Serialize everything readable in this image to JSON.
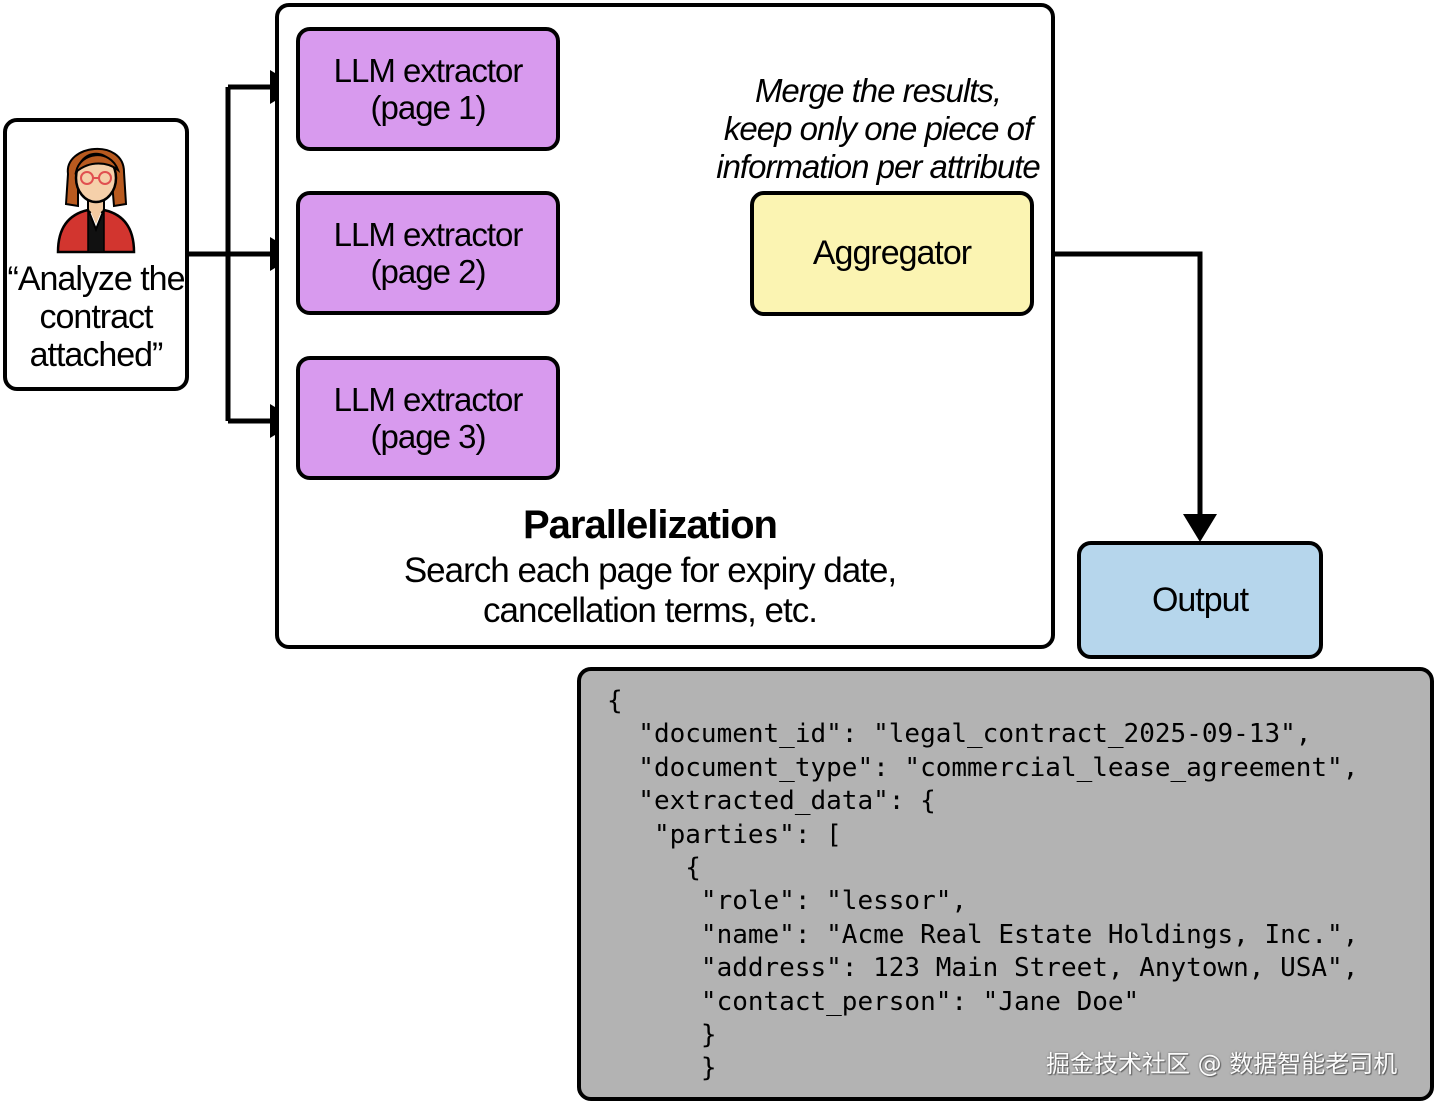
{
  "user": {
    "quote": "“Analyze the contract attached”",
    "lines": [
      "“Analyze the",
      "contract",
      "attached”"
    ]
  },
  "extractors": [
    {
      "title": "LLM extractor",
      "page": "(page 1)"
    },
    {
      "title": "LLM extractor",
      "page": "(page 2)"
    },
    {
      "title": "LLM extractor",
      "page": "(page 3)"
    }
  ],
  "merge_note": [
    "Merge the results,",
    "keep only one piece of",
    "information per attribute"
  ],
  "aggregator": {
    "label": "Aggregator"
  },
  "parallelization": {
    "title": "Parallelization",
    "description": [
      "Search each page for expiry date,",
      "cancellation terms, etc."
    ]
  },
  "output": {
    "label": "Output"
  },
  "code_lines": [
    "{",
    "  \"document_id\": \"legal_contract_2025-09-13\",",
    "  \"document_type\": \"commercial_lease_agreement\",",
    "  \"extracted_data\": {",
    "   \"parties\": [",
    "     {",
    "      \"role\": \"lessor\",",
    "      \"name\": \"Acme Real Estate Holdings, Inc.\",",
    "      \"address\": 123 Main Street, Anytown, USA\",",
    "      \"contact_person\": \"Jane Doe\"",
    "      }",
    "      }"
  ],
  "watermark": "掘金技术社区 @ 数据智能老司机",
  "colors": {
    "extractor_fill": "#d89aee",
    "aggregator_fill": "#fbf4b2",
    "output_fill": "#b6d6ec",
    "code_fill": "#b3b3b3"
  }
}
